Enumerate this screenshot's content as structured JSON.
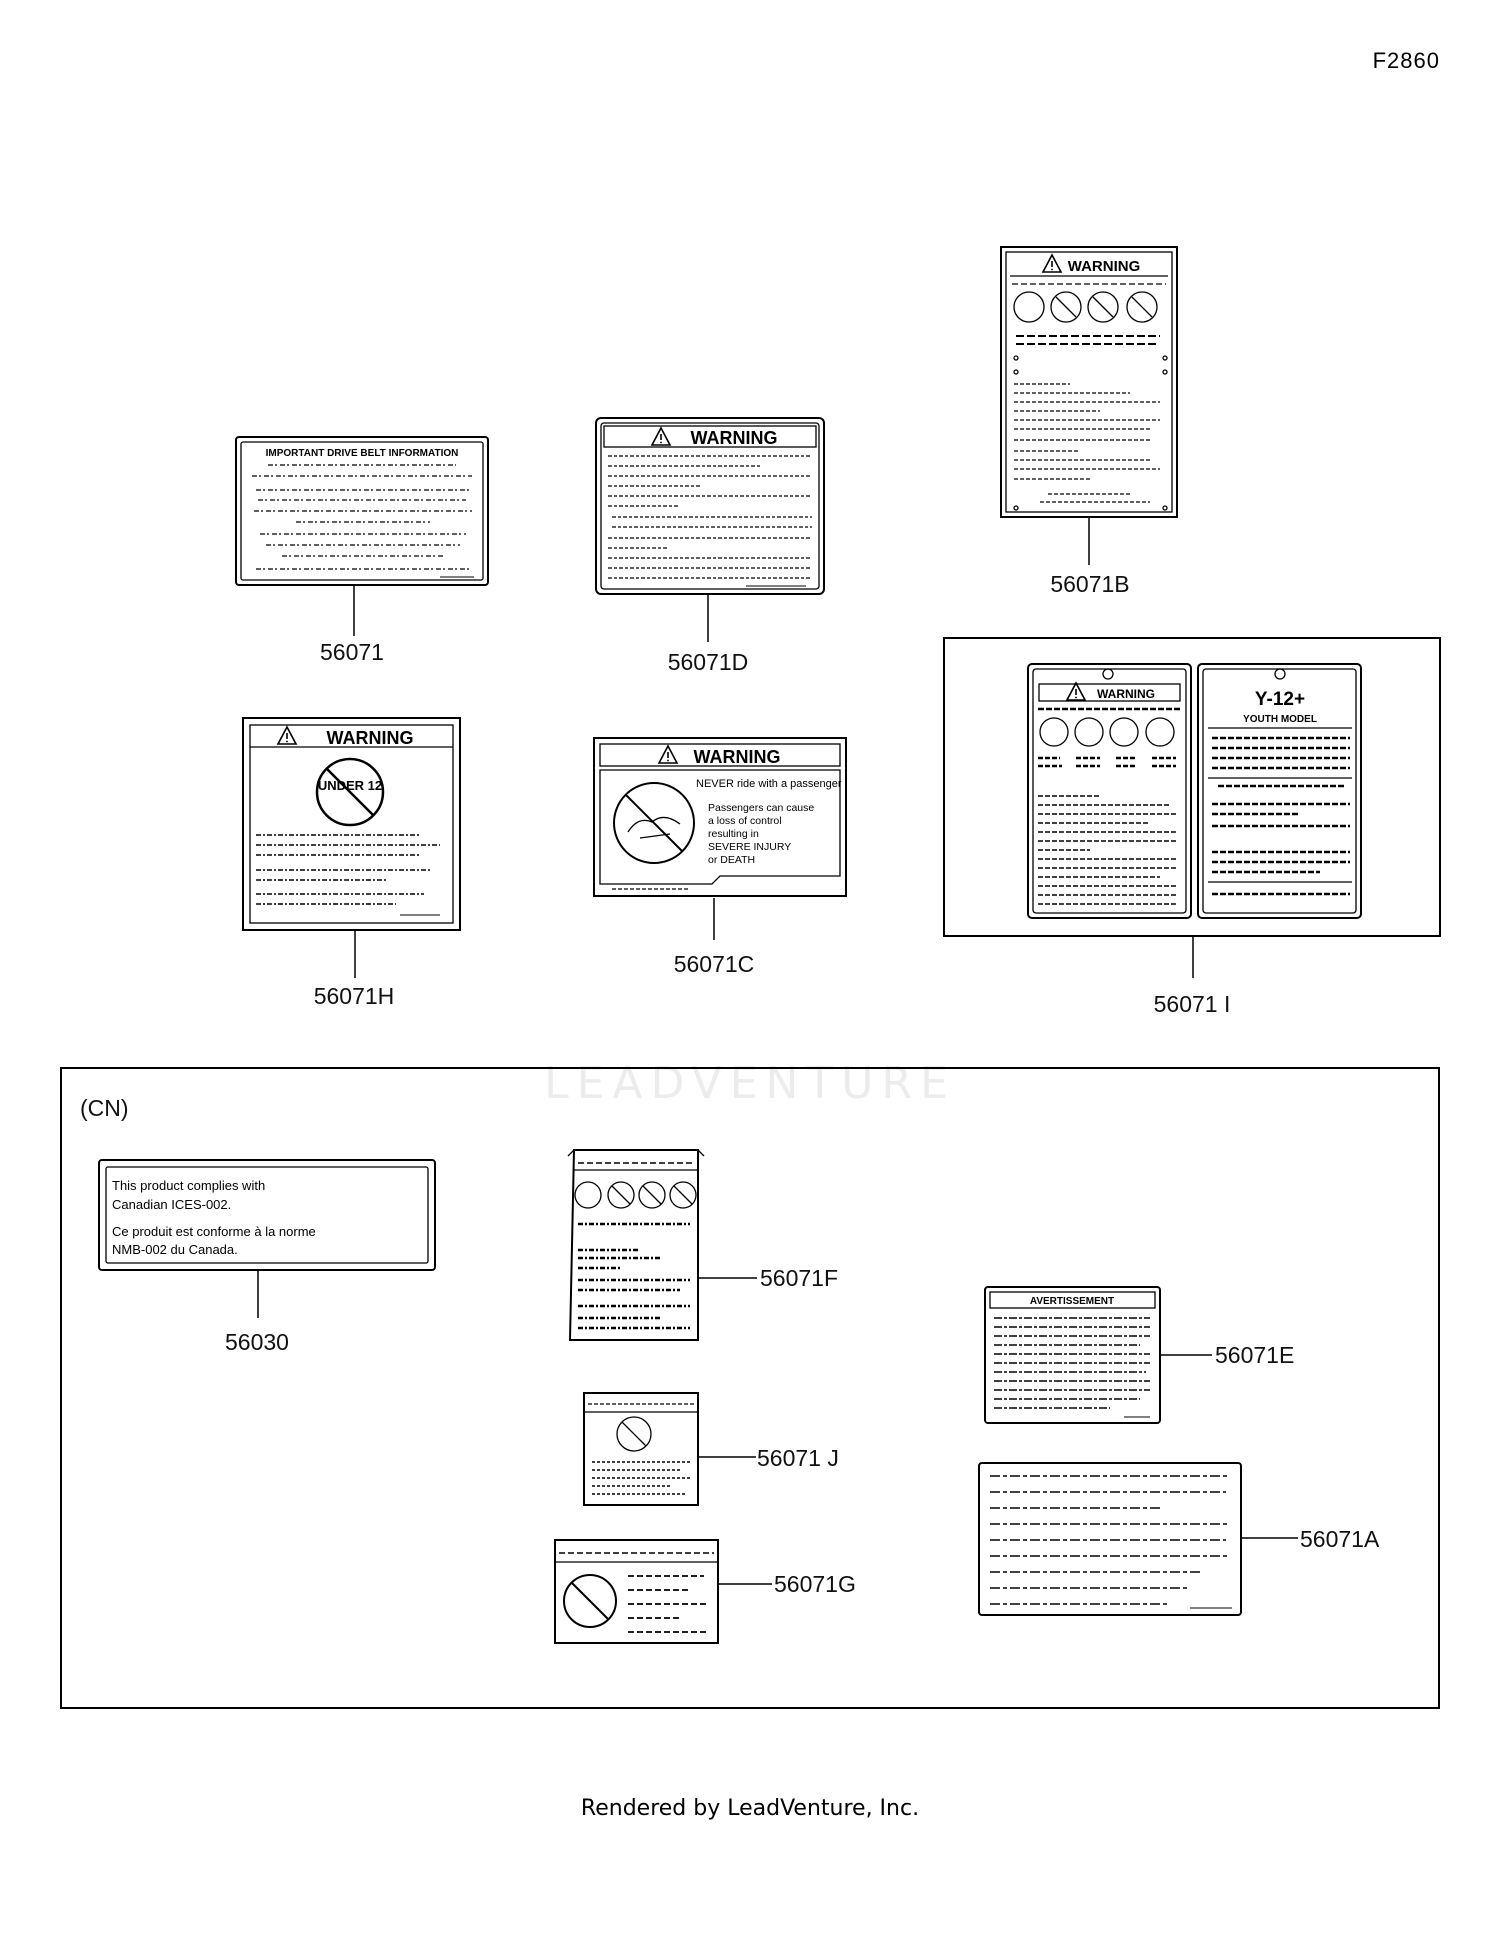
{
  "diagram_code": "F2860",
  "watermark": "LEADVENTURE",
  "footer": "Rendered by LeadVenture, Inc.",
  "cn_region_label": "(CN)",
  "parts": {
    "p56071": "56071",
    "p56071D": "56071D",
    "p56071B": "56071B",
    "p56071H": "56071H",
    "p56071C": "56071C",
    "p56071I": "56071 I",
    "p56030": "56030",
    "p56071F": "56071F",
    "p56071E": "56071E",
    "p56071J": "56071 J",
    "p56071A": "56071A",
    "p56071G": "56071G"
  },
  "label_texts": {
    "drive_belt_title": "IMPORTANT DRIVE BELT INFORMATION",
    "warning": "WARNING",
    "under_12": "UNDER 12",
    "never_passenger": "NEVER ride with a passenger",
    "passengers_text": [
      "Passengers can cause",
      "a loss of control",
      "resulting in",
      "SEVERE INJURY",
      "or DEATH"
    ],
    "youth_model_title": "Y-12+",
    "youth_model_sub": "YOUTH MODEL",
    "avertissement": "AVERTISSEMENT",
    "cn_line1": "This product complies with",
    "cn_line2": "Canadian ICES-002.",
    "cn_line3": "Ce produit est conforme à la norme",
    "cn_line4": "NMB-002 du Canada."
  }
}
